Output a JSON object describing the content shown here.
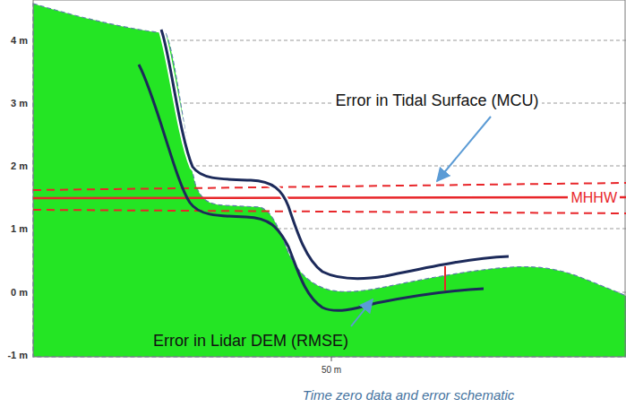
{
  "diagram": {
    "caption": "Time zero data and error schematic",
    "labels": [
      "4 m",
      "3 m",
      "2 m",
      "1 m",
      "0 m",
      "-1 m",
      "50 m",
      "Error in Tidal Surface (MCU)",
      "Error in Lidar DEM (RMSE)",
      "MHHW"
    ]
  }
}
